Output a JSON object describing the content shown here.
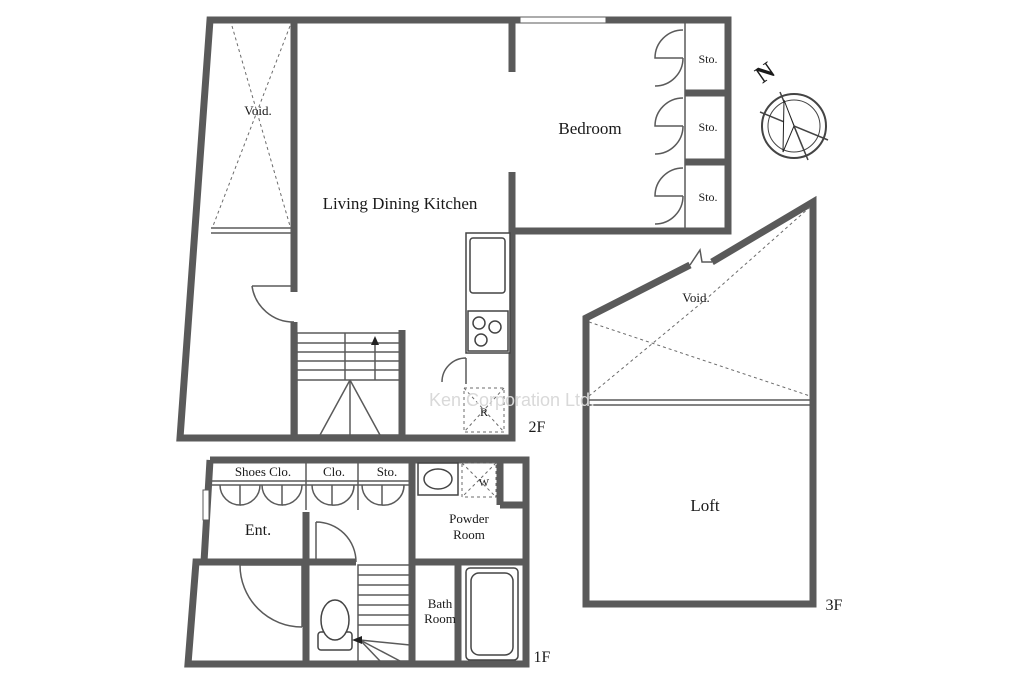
{
  "rooms": {
    "void_2f": "Void.",
    "ldk": "Living Dining Kitchen",
    "bedroom": "Bedroom",
    "sto_1": "Sto.",
    "sto_2": "Sto.",
    "sto_3": "Sto.",
    "refrigerator": "R",
    "void_3f": "Void.",
    "loft": "Loft",
    "shoes_clo": "Shoes Clo.",
    "clo": "Clo.",
    "sto_1f": "Sto.",
    "washer": "W",
    "ent": "Ent.",
    "powder_line1": "Powder",
    "powder_line2": "Room",
    "bath_line1": "Bath",
    "bath_line2": "Room"
  },
  "floors": {
    "first": "1F",
    "second": "2F",
    "third": "3F"
  },
  "compass": {
    "letter": "N"
  },
  "watermark": "Ken Corporation Ltd.",
  "colors": {
    "wall": "#5a5a5a",
    "text": "#1a1a1a",
    "watermark": "#d9d9d9"
  }
}
